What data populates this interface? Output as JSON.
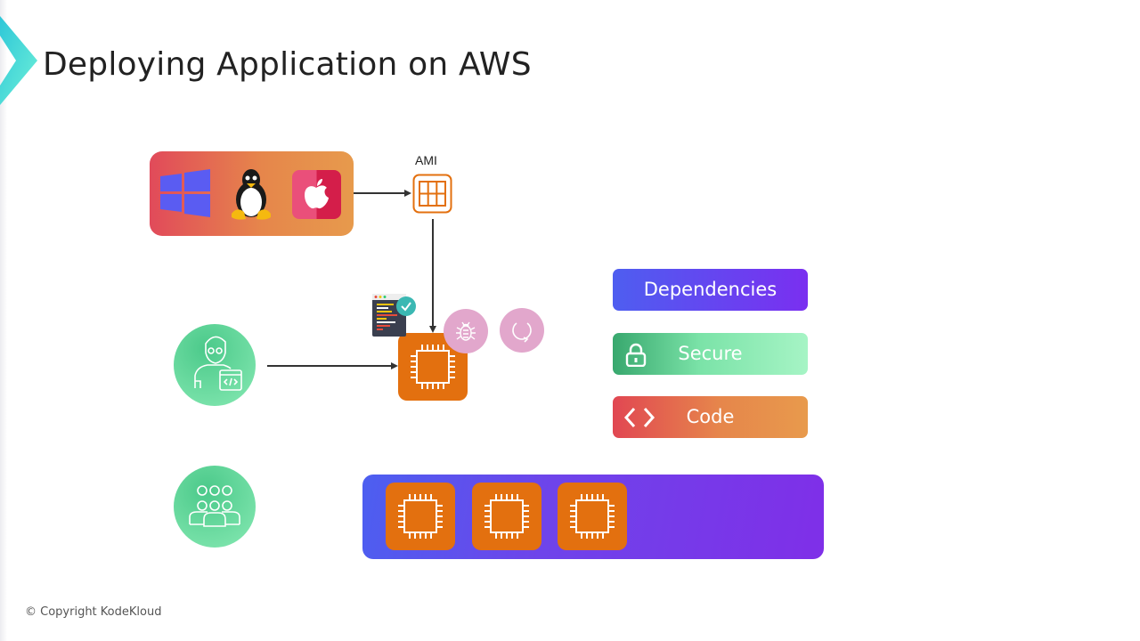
{
  "slide": {
    "title": "Deploying Application on AWS",
    "copyright": "© Copyright KodeKloud"
  },
  "diagram": {
    "os_group": {
      "items": [
        {
          "name": "Windows",
          "icon": "windows-icon"
        },
        {
          "name": "Linux",
          "icon": "linux-tux-icon"
        },
        {
          "name": "macOS",
          "icon": "apple-icon"
        }
      ]
    },
    "ami": {
      "label": "AMI",
      "icon": "ami-grid-icon"
    },
    "developer": {
      "icon": "developer-icon"
    },
    "users": {
      "icon": "users-group-icon"
    },
    "ec2_instance": {
      "icon": "ec2-chip-icon"
    },
    "extras": [
      {
        "icon": "code-check-window-icon"
      },
      {
        "icon": "bug-icon"
      },
      {
        "icon": "refresh-icon"
      }
    ],
    "features": [
      {
        "label": "Dependencies",
        "icon": ""
      },
      {
        "label": "Secure",
        "icon": "lock-icon"
      },
      {
        "label": "Code",
        "icon": "code-brackets-icon"
      }
    ],
    "scaled_instances": {
      "count": 3,
      "icon": "ec2-chip-icon"
    },
    "colors": {
      "ec2_orange": "#e3700f",
      "green": "#5dd597",
      "purple": "#7a2ff0",
      "blue": "#4e5ef0",
      "red": "#e14752",
      "pink": "#e2a7cc"
    }
  }
}
